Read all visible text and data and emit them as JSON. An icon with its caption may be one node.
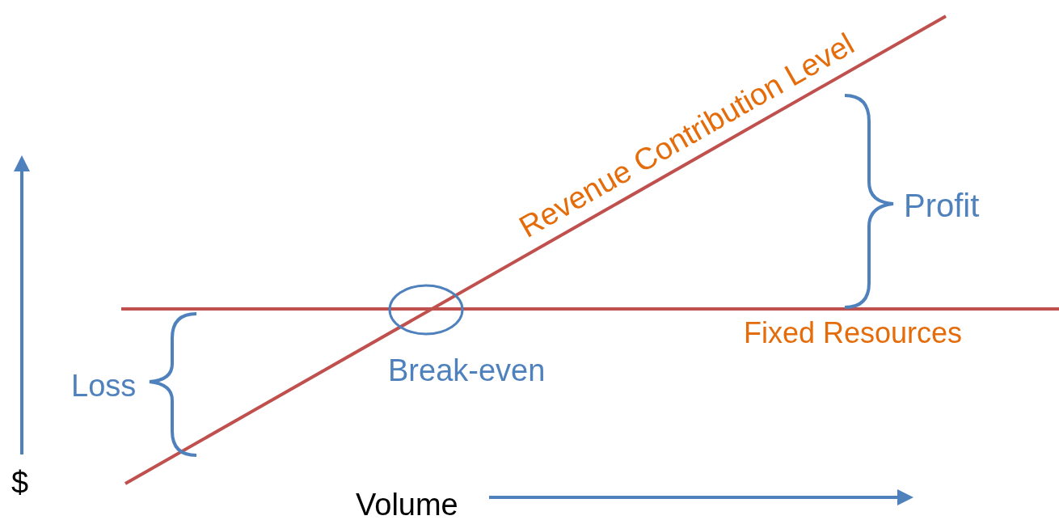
{
  "diagram": {
    "nodes": [
      {
        "text": [],
        "shape": "circle",
        "beside": [
          "Break-even"
        ]
      }
    ],
    "labels": [
      "Revenue Contribution Level",
      "Profit",
      "Fixed Resources",
      "Loss",
      "$",
      "Volume"
    ]
  }
}
